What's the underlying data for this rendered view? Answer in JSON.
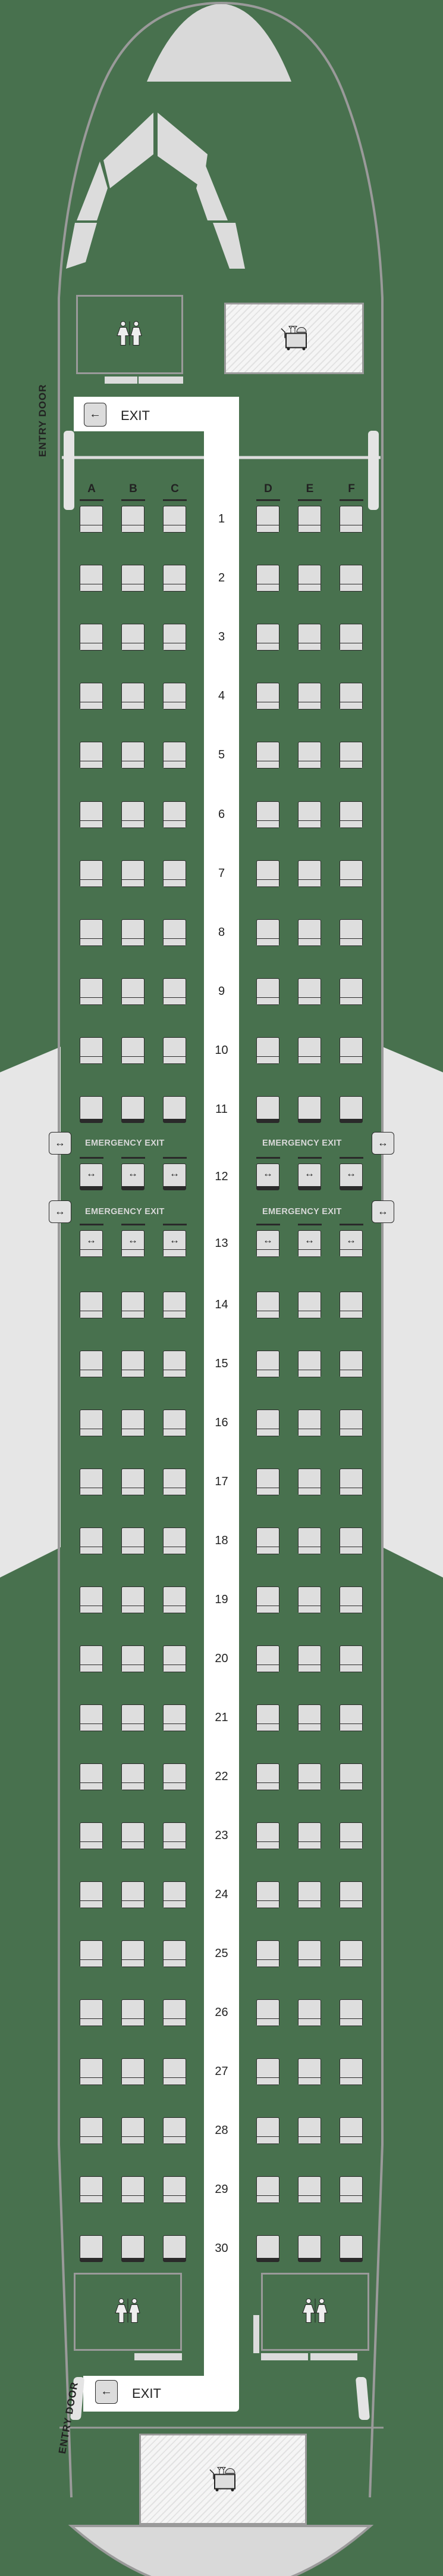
{
  "colors": {
    "cabin": "#48714e",
    "seat": "#dedede",
    "seat_border": "#2a2a2a",
    "aisle": "#ffffff",
    "wall": "#9a9a9a",
    "wing": "#e6e6e6"
  },
  "columns_left": [
    "A",
    "B",
    "C"
  ],
  "columns_right": [
    "D",
    "E",
    "F"
  ],
  "front": {
    "entry_door_label": "ENTRY DOOR",
    "exit_label": "EXIT",
    "exit_icon": "arrow-left-icon",
    "lavatory_icon": "lavatory-icon",
    "galley_icon": "galley-cart-icon"
  },
  "rear": {
    "entry_door_label": "ENTRY DOOR",
    "exit_label": "EXIT",
    "exit_icon": "arrow-left-icon",
    "lavatory_icon": "lavatory-icon",
    "galley_icon": "galley-cart-icon"
  },
  "emergency_exit_label": "EMERGENCY EXIT",
  "emergency_exit_arrow": "↔",
  "rows": [
    {
      "n": "1",
      "type": "bulkhead"
    },
    {
      "n": "2",
      "type": "standard"
    },
    {
      "n": "3",
      "type": "standard"
    },
    {
      "n": "4",
      "type": "standard"
    },
    {
      "n": "5",
      "type": "standard"
    },
    {
      "n": "6",
      "type": "standard"
    },
    {
      "n": "7",
      "type": "standard"
    },
    {
      "n": "8",
      "type": "standard"
    },
    {
      "n": "9",
      "type": "standard"
    },
    {
      "n": "10",
      "type": "standard"
    },
    {
      "n": "11",
      "type": "no-recline"
    },
    {
      "n": "12",
      "type": "exit-row-no-recline"
    },
    {
      "n": "13",
      "type": "exit-row"
    },
    {
      "n": "14",
      "type": "standard"
    },
    {
      "n": "15",
      "type": "standard"
    },
    {
      "n": "16",
      "type": "standard"
    },
    {
      "n": "17",
      "type": "standard"
    },
    {
      "n": "18",
      "type": "standard"
    },
    {
      "n": "19",
      "type": "standard"
    },
    {
      "n": "20",
      "type": "standard"
    },
    {
      "n": "21",
      "type": "standard"
    },
    {
      "n": "22",
      "type": "standard"
    },
    {
      "n": "23",
      "type": "standard"
    },
    {
      "n": "24",
      "type": "standard"
    },
    {
      "n": "25",
      "type": "standard"
    },
    {
      "n": "26",
      "type": "standard"
    },
    {
      "n": "27",
      "type": "standard"
    },
    {
      "n": "28",
      "type": "standard"
    },
    {
      "n": "29",
      "type": "standard"
    },
    {
      "n": "30",
      "type": "no-recline"
    }
  ]
}
